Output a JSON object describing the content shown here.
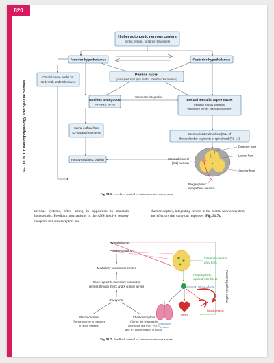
{
  "page": {
    "number": "820",
    "section": "SECTION 10: Neurophysiology and Special Senses"
  },
  "fig1": {
    "higher_centers": "Higher autonomic nervous centers",
    "higher_centers_sub": "(limbic system, forebrain structures)",
    "anterior_hypo": "Anterior hypothalamus",
    "posterior_hypo": "Posterior hypothalamus",
    "cranial_nuclei": "Cranial nerve nuclei for",
    "cranial_nuclei_sub": "IIIrd, VIIth and IXth nerves",
    "pontine": "Pontine nuclei",
    "pontine_sub": "(periaqueductal gray matter, Parabrachial nucleus)",
    "ambiguous": "Nucleus ambiguous",
    "ambiguous_sub": "(for vagus nerve)",
    "vasomotor": "Vasomotor integration",
    "rostral": "Rostral medulla, raphe nuclei",
    "rostral_sub1": "(nucleus tractus solitarius,",
    "rostral_sub2": "vasomotor center, respiratory center)",
    "sacral1": "Sacral outflow from",
    "sacral2": "S2–4 sacral segments",
    "iml1": "Intermediolateral nucleus (IML) of",
    "iml2": "thoracolumbar segments of spinal cord (T1–L3)",
    "posterior_horn": "Posterior horn",
    "lateral_horn": "Lateral horn",
    "iml_nucleus1": "Intermediolateral",
    "iml_nucleus2": "(IML) nucleus",
    "anterior_horn": "Anterior horn",
    "parasym": "Parasympathetic outflow",
    "pregang1": "Preganglionic",
    "pregang2": "sympathetic neurons",
    "caption_label": "Fig. 91.6:",
    "caption_text": "Levels of control of autonomic nervous system."
  },
  "body": {
    "left": "nervous systems, often acting in opposition to maintain homeostasis. Feedback mechanisms in the ANS involve sensory receptors like baroreceptors and",
    "right_pre": "chemoreceptors, integrating centers in the central nervous system, and effectors that carry out responses",
    "right_ref": "(Fig. 91.7)."
  },
  "fig2": {
    "hypothalamus": "Hypothalamus",
    "pontine_centers": "Pontine centers",
    "medullary": "Medullary vasomotor center",
    "send1": "Send signals to medullary vasomotor",
    "send2": "centers through the IX and X cranial nerves",
    "receptors": "Receptors",
    "baro": "Baroreceptors",
    "baro_sub1": "(Sense change in pressure",
    "baro_sub2": "in blood vessels)",
    "chemo": "Chemoreceptors",
    "chemo_sub1": "(Sense the changes in",
    "chemo_sub2": "chemicals like PO₂, PCO₂",
    "chemo_sub3": "and H⁺ concentration  in blood)",
    "iml1": "Intermediolateral",
    "iml2": "gray horn",
    "pregang1": "Preganglionic",
    "pregang2": "sympathetic fibers",
    "parasym_outflow": "Parasympathetic outflow",
    "other_effects": "Other effects",
    "heart": "Heart",
    "blood_vessels": "Blood vessels",
    "resp1": "Respiratory",
    "resp2": "system",
    "caption_label": "Fig. 91.7:",
    "caption_text": "Feedback control of autonomic nervous system."
  },
  "colors": {
    "accent": "#d81b60",
    "box_fill": "#e3eef7",
    "box_stroke": "#4a7fa8",
    "green": "#2e9e44",
    "red": "#d32f2f",
    "pink": "#e88aa8",
    "spinal_gray": "#a8a8a8",
    "spinal_yellow": "#f4d35e"
  }
}
